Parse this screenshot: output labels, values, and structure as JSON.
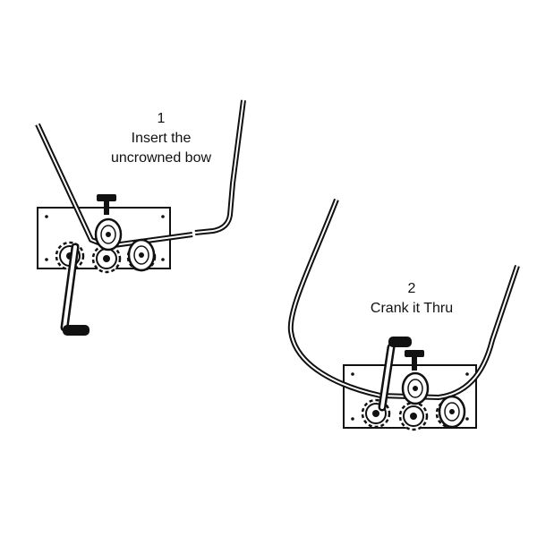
{
  "steps": [
    {
      "number": "1",
      "lines": [
        "Insert the",
        "uncrowned bow"
      ]
    },
    {
      "number": "2",
      "lines": [
        "Crank it Thru"
      ]
    }
  ],
  "colors": {
    "ink": "#111111",
    "paper": "#ffffff",
    "plate": "#ffffff"
  }
}
